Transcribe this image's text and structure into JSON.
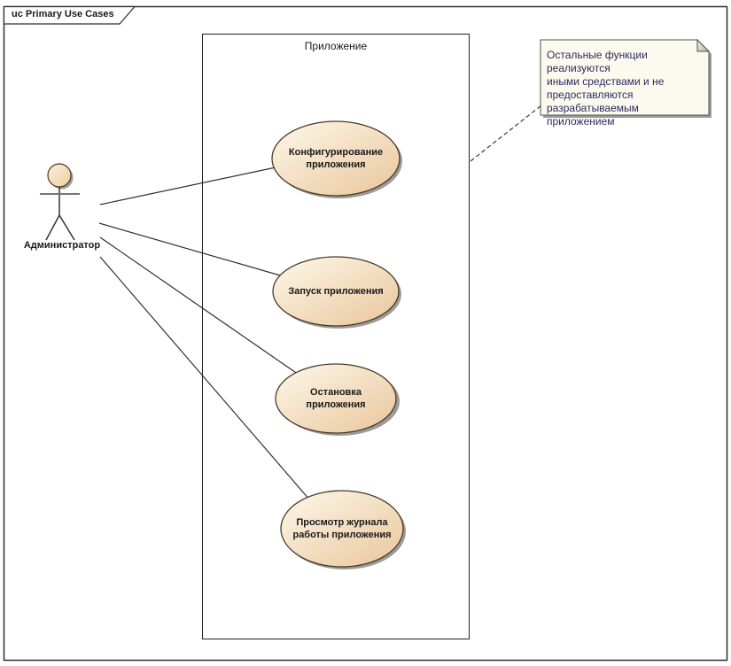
{
  "diagram": {
    "type": "uml-use-case-diagram",
    "frame_title": "uc Primary Use Cases",
    "boundary_label": "Приложение",
    "actor": {
      "label": "Администратор"
    },
    "use_cases": [
      {
        "label": "Конфигурирование\nприложения"
      },
      {
        "label": "Запуск приложения"
      },
      {
        "label": "Остановка\nприложения"
      },
      {
        "label": "Просмотр журнала\nработы приложения"
      }
    ],
    "note": {
      "text": "Остальные функции реализуются\nиными средствами и не\nпредоставляются\nразрабатываемым приложением"
    },
    "connections": {
      "associations": [
        "Администратор — Конфигурирование приложения",
        "Администратор — Запуск приложения",
        "Администратор — Остановка приложения",
        "Администратор — Просмотр журнала работы приложения"
      ],
      "note_link": "note — Конфигурирование приложения (dashed)"
    },
    "colors": {
      "background": "#FFFFFF",
      "usecase_fill_light": "#FDF8EA",
      "usecase_fill_dark": "#E9C69B",
      "usecase_border": "#4A3A25",
      "note_fill": "#FCF9EE",
      "note_border": "#55504A",
      "note_text": "#2B2B5E",
      "shadow": "#9B9B9B",
      "line": "#2F2F2F"
    }
  }
}
